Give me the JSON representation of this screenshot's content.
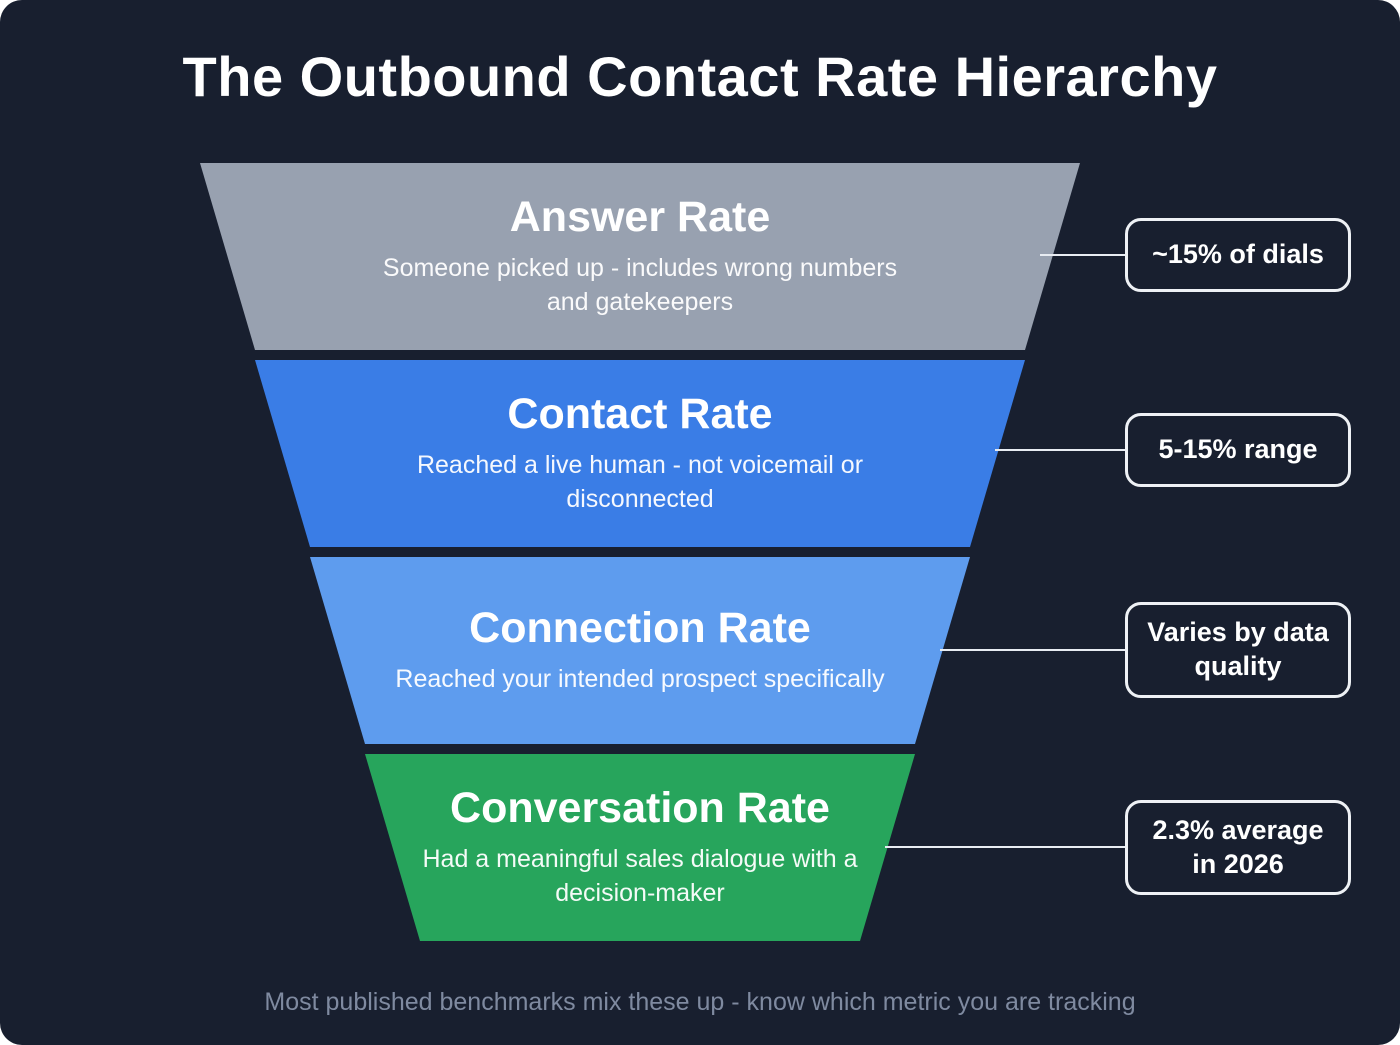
{
  "title": "The Outbound Contact Rate Hierarchy",
  "footer": "Most published benchmarks mix these up - know which metric you are tracking",
  "colors": {
    "background": "#181f2f",
    "stage_answer": "#98a1b0",
    "stage_contact": "#3a7de6",
    "stage_connection": "#5e9cee",
    "stage_conversation": "#27a55c",
    "label_border": "#eef1f5",
    "title_text": "#ffffff",
    "footer_text": "#7f8aa0"
  },
  "chart_data": {
    "type": "funnel",
    "title": "The Outbound Contact Rate Hierarchy",
    "stages": [
      {
        "name": "Answer Rate",
        "description": "Someone picked up - includes wrong numbers and gatekeepers",
        "side_label": "~15% of dials"
      },
      {
        "name": "Contact Rate",
        "description": "Reached a live human - not voicemail or disconnected",
        "side_label": "5-15% range"
      },
      {
        "name": "Connection Rate",
        "description": "Reached your intended prospect specifically",
        "side_label": "Varies by data quality"
      },
      {
        "name": "Conversation Rate",
        "description": "Had a meaningful sales dialogue with a decision-maker",
        "side_label": "2.3% average in 2026"
      }
    ]
  },
  "stages": [
    {
      "name": "Answer Rate",
      "description": "Someone picked up - includes wrong numbers and gatekeepers",
      "side_label": "~15% of dials"
    },
    {
      "name": "Contact Rate",
      "description": "Reached a live human - not voicemail or disconnected",
      "side_label": "5-15% range"
    },
    {
      "name": "Connection Rate",
      "description": "Reached your intended prospect specifically",
      "side_label": "Varies by data quality"
    },
    {
      "name": "Conversation Rate",
      "description": "Had a meaningful sales dialogue with a decision-maker",
      "side_label": "2.3% average in 2026"
    }
  ]
}
